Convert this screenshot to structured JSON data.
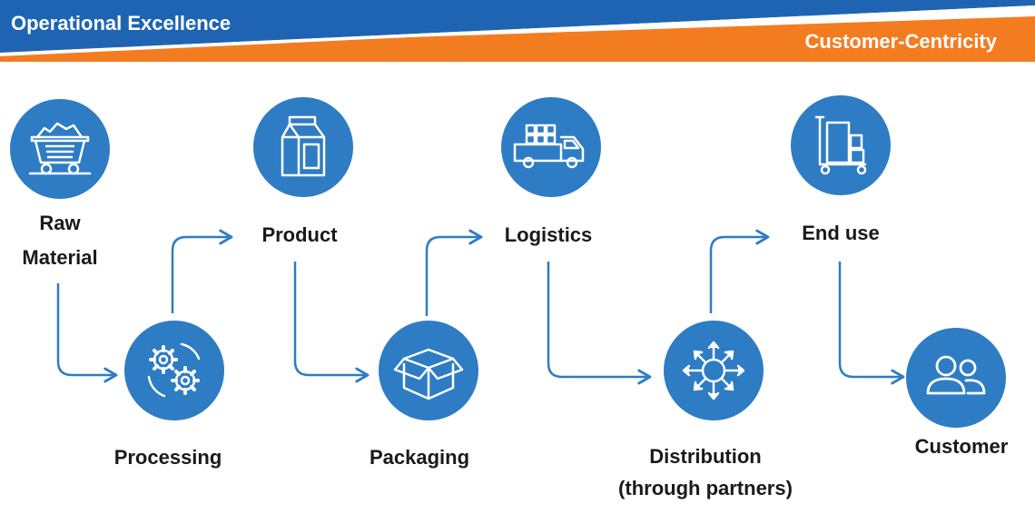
{
  "header": {
    "left_title": "Operational Excellence",
    "right_title": "Customer-Centricity",
    "colors": {
      "blue": "#1f64b3",
      "orange": "#f47c20"
    }
  },
  "colors": {
    "node": "#2e7cc4",
    "arrow": "#2e7cc4",
    "label": "#1a1a1a"
  },
  "steps": [
    {
      "id": "raw-material",
      "lines": [
        "Raw",
        "Material"
      ],
      "icon": "mine-cart-icon"
    },
    {
      "id": "processing",
      "lines": [
        "Processing"
      ],
      "icon": "gears-icon"
    },
    {
      "id": "product",
      "lines": [
        "Product"
      ],
      "icon": "milk-carton-icon"
    },
    {
      "id": "packaging",
      "lines": [
        "Packaging"
      ],
      "icon": "open-box-icon"
    },
    {
      "id": "logistics",
      "lines": [
        "Logistics"
      ],
      "icon": "delivery-truck-icon"
    },
    {
      "id": "distribution",
      "lines": [
        "Distribution",
        "(through partners)"
      ],
      "icon": "distribution-hub-icon"
    },
    {
      "id": "end-use",
      "lines": [
        "End use"
      ],
      "icon": "hand-trolley-icon"
    },
    {
      "id": "customer",
      "lines": [
        "Customer"
      ],
      "icon": "customers-icon"
    }
  ]
}
